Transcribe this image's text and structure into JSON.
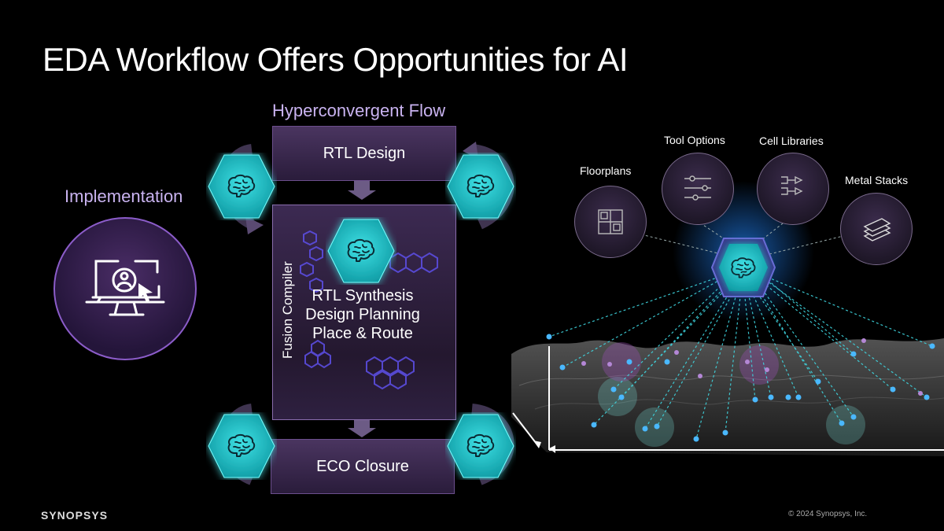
{
  "slide": {
    "title": "EDA Workflow Offers Opportunities for AI",
    "logo": "SYNOPSYS",
    "copyright": "© 2024 Synopsys, Inc."
  },
  "flow": {
    "title": "Hyperconvergent Flow",
    "stages": [
      "RTL Design",
      "ECO Closure"
    ],
    "compiler_label": "Fusion Compiler",
    "compiler_steps": [
      "RTL Synthesis",
      "Design Planning",
      "Place & Route"
    ]
  },
  "implementation": {
    "title": "Implementation"
  },
  "ai_inputs": [
    "Tool Options",
    "Cell Libraries",
    "Floorplans",
    "Metal Stacks"
  ],
  "icons": {
    "ai": "brain-icon",
    "implementation": "monitor-user-cursor-icon",
    "tool_options": "sliders-icon",
    "cell_libraries": "logic-gates-icon",
    "floorplans": "floorplan-grid-icon",
    "metal_stacks": "layer-stack-icon"
  },
  "colors": {
    "accent_teal": "#19c2c9",
    "accent_purple": "#8b5cc9",
    "label_lavender": "#c9b3f0",
    "background": "#000000"
  }
}
